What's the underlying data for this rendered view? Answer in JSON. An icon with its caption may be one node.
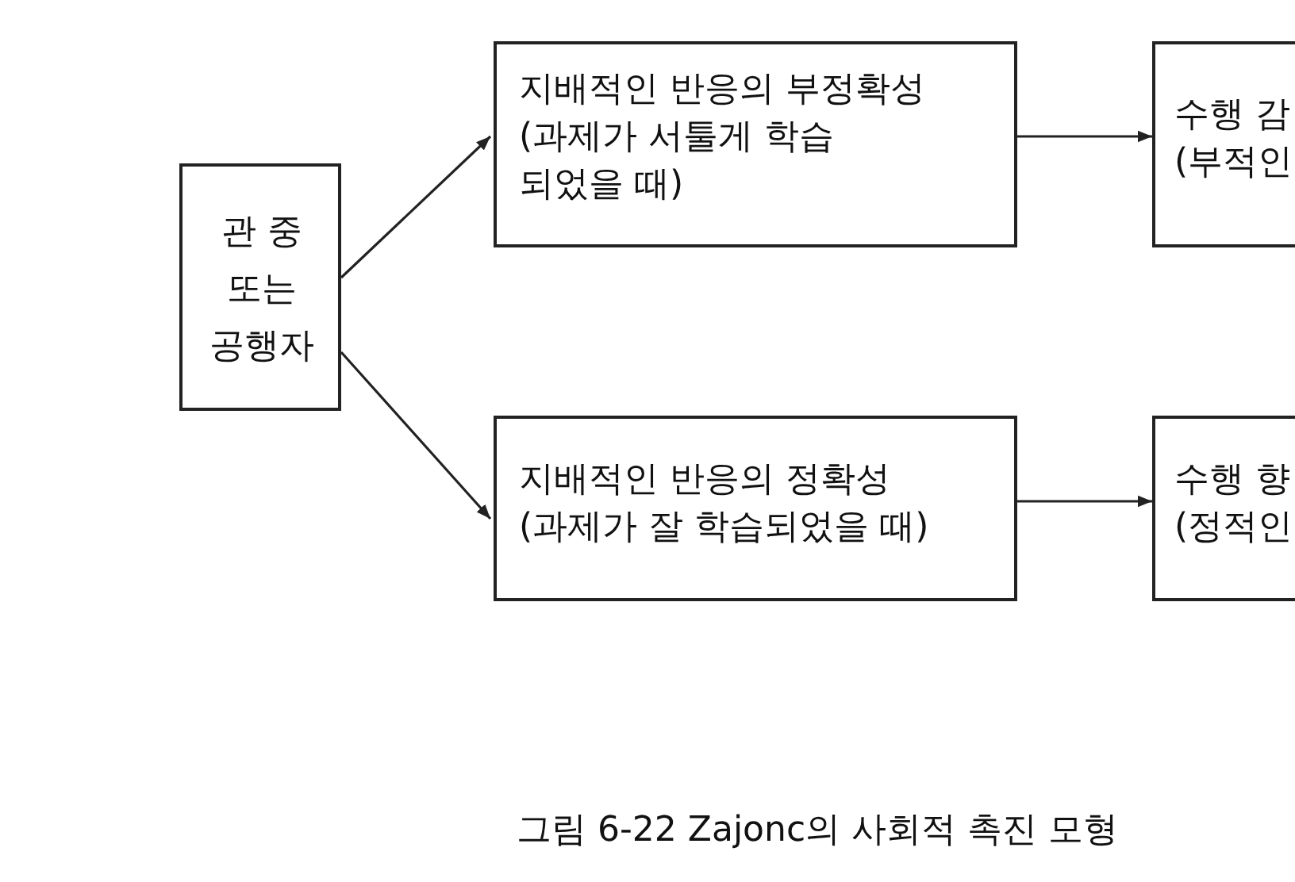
{
  "diagram": {
    "caption": "그림 6-22 Zajonc의 사회적 촉진 모형",
    "nodes": [
      {
        "text": [
          "관 중 또는 공행자"
        ]
      },
      {
        "text": [
          "지배적인 반응의 부정확성",
          "(과제가 서툴게 학습되었을 때)"
        ]
      },
      {
        "text": [
          "지배적인 반응의 정확성",
          "(과제가 잘 학습되었을 때)"
        ]
      },
      {
        "text": [
          "수행 감",
          "(부적인"
        ]
      },
      {
        "text": [
          "수행 향",
          "(정적인"
        ]
      }
    ],
    "edges": [
      {
        "from": 0,
        "to": 1,
        "arrow": "to"
      },
      {
        "from": 0,
        "to": 2,
        "arrow": "to"
      },
      {
        "from": 1,
        "to": 3,
        "arrow": "to"
      },
      {
        "from": 2,
        "to": 4,
        "arrow": "to"
      }
    ]
  }
}
